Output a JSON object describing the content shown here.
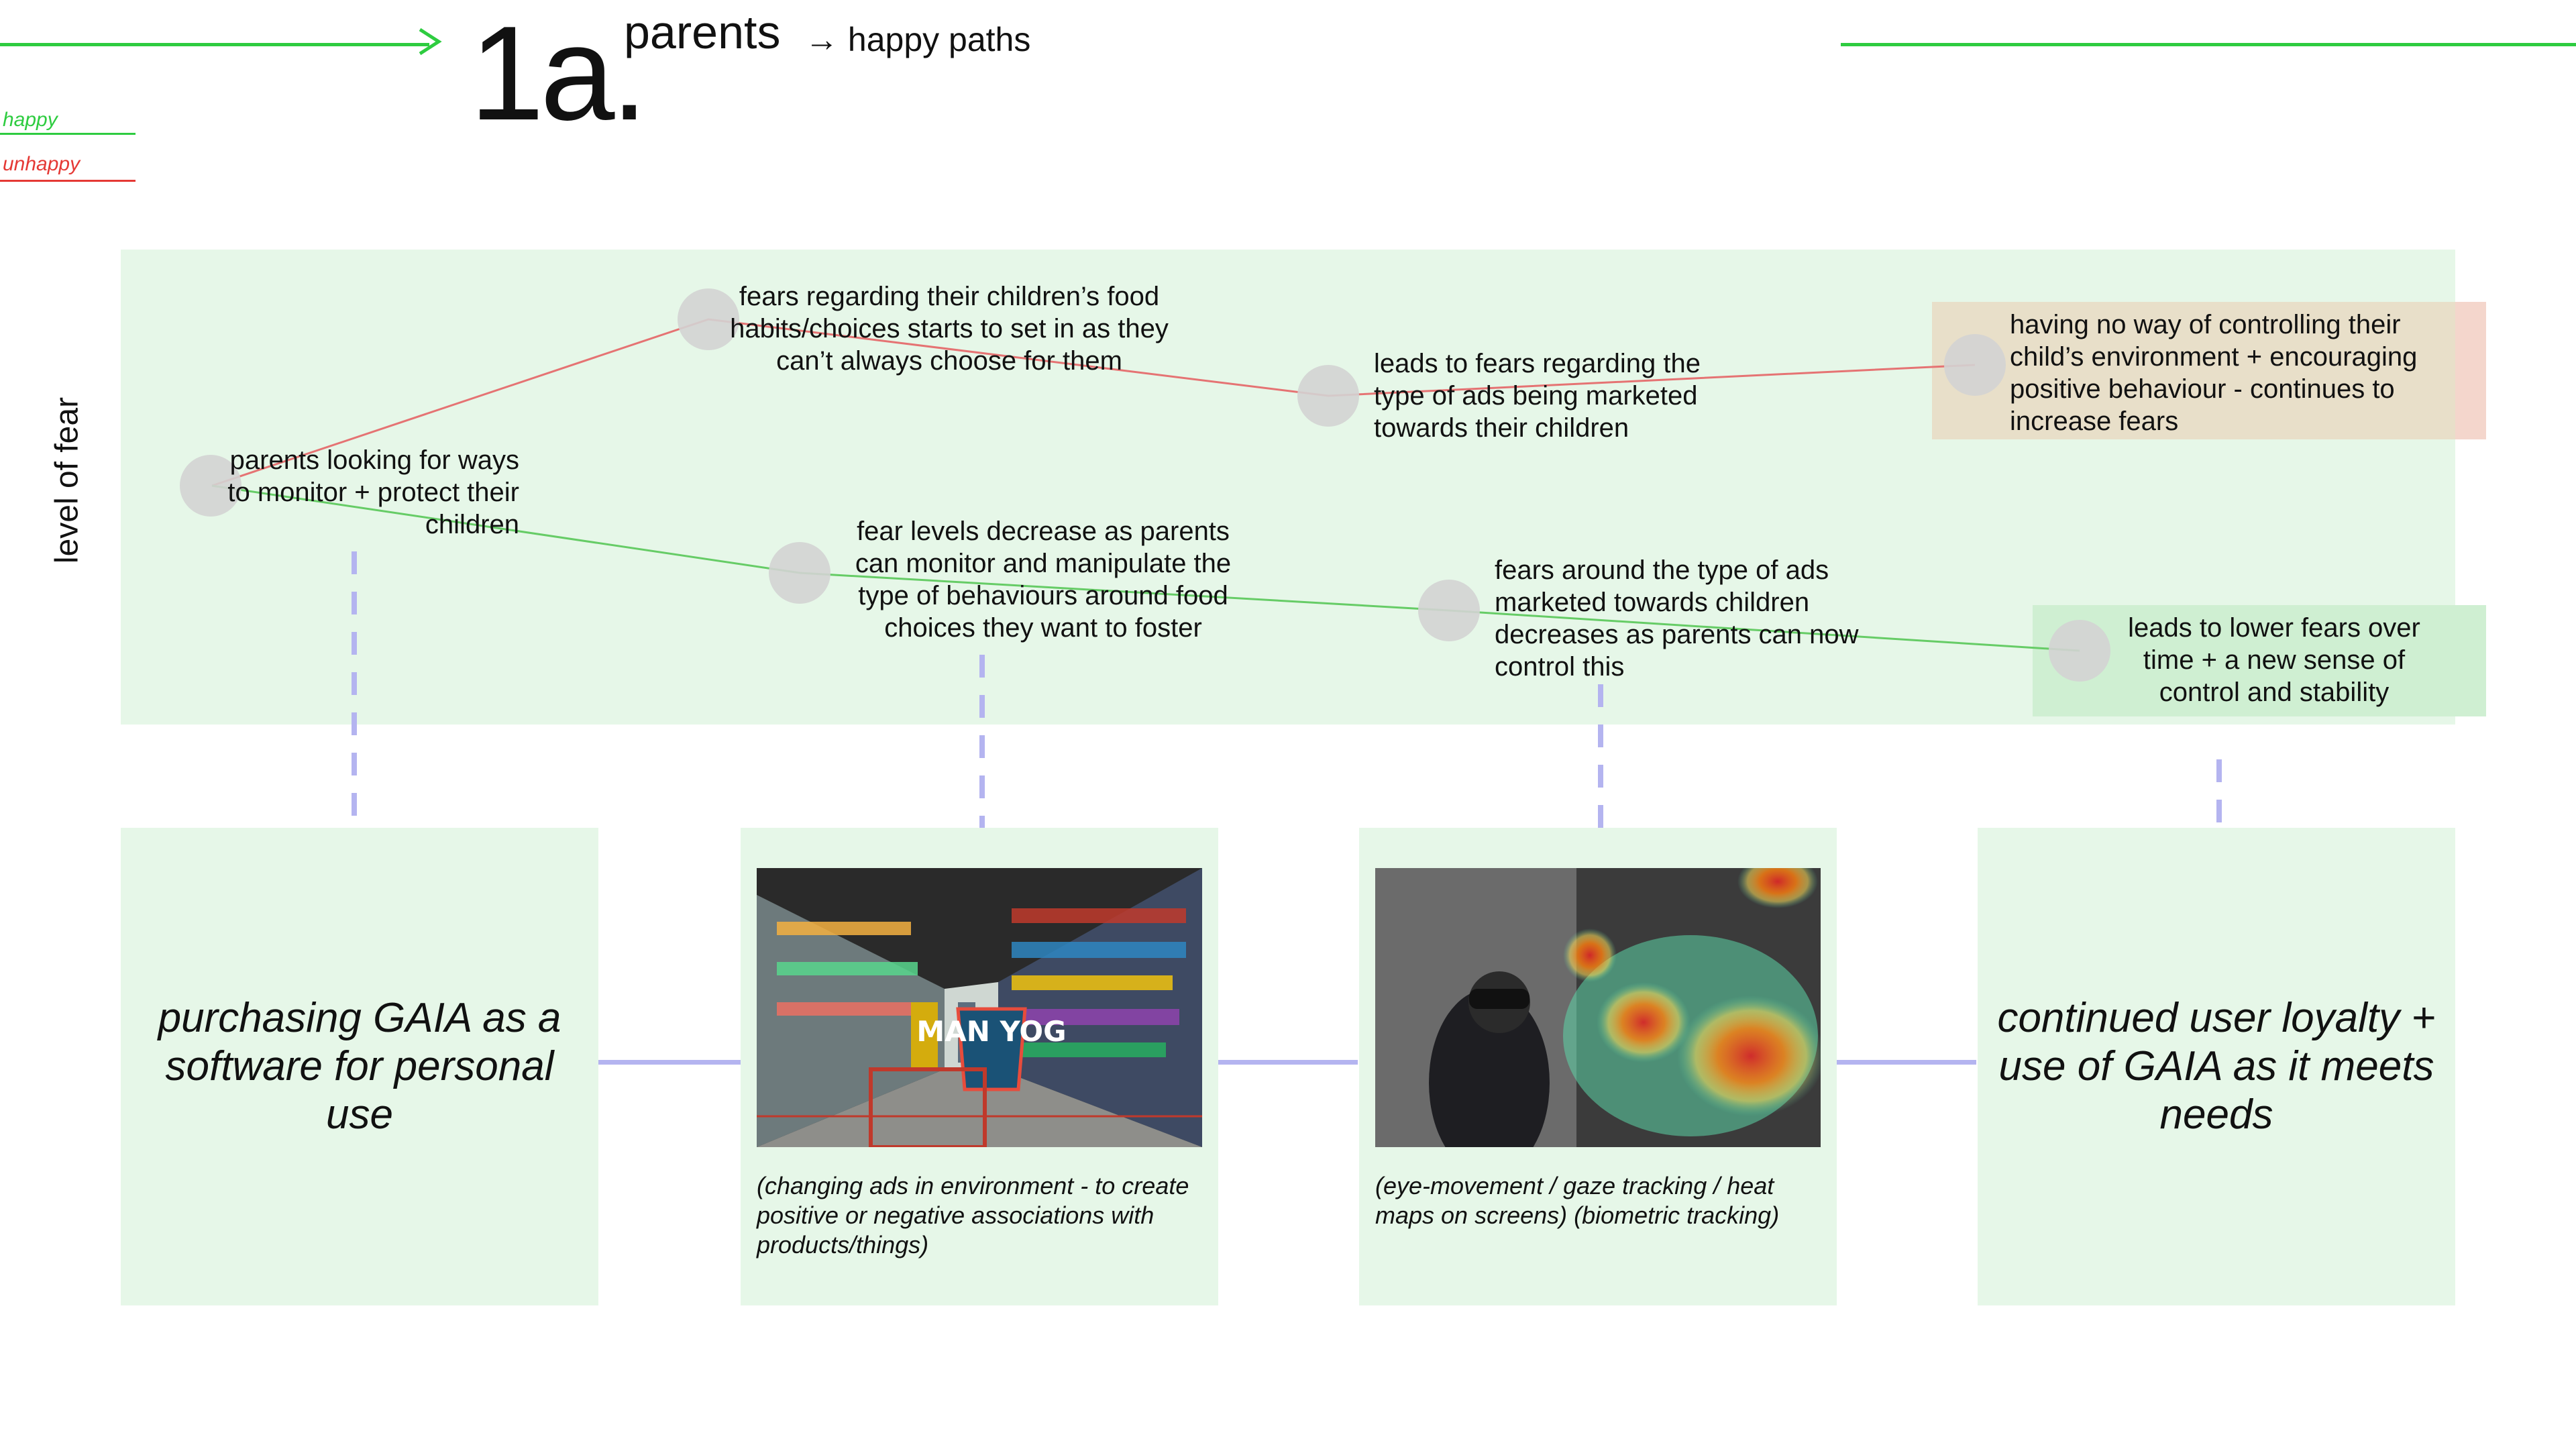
{
  "header": {
    "number": "1a.",
    "title": "parents",
    "subtitle": "→ happy paths"
  },
  "legend": {
    "happy": "happy",
    "unhappy": "unhappy",
    "happy_color": "#2ecc40",
    "unhappy_color": "#e53935"
  },
  "fear_chart": {
    "y_label": "level of fear",
    "start": {
      "text": "parents looking for ways to monitor + protect their children"
    },
    "unhappy_path": [
      {
        "text": "fears regarding their children’s food habits/choices starts to set in as they can’t always choose for them"
      },
      {
        "text": "leads to fears regarding the type of ads being marketed towards their children"
      },
      {
        "text": "having no way of controlling their child’s environment + encouraging positive behaviour - continues to increase fears"
      }
    ],
    "happy_path": [
      {
        "text": "fear levels decrease as parents can monitor and manipulate the type of behaviours around food choices they want to foster"
      },
      {
        "text": "fears around the type of ads marketed towards children decreases as parents can now control this"
      },
      {
        "text": "leads to lower fears over time + a new sense of control and stability"
      }
    ],
    "panel_color": "#e6f7e8",
    "connector_color": "#b4b4f0"
  },
  "steps": [
    {
      "text": "purchasing GAIA as a software for personal use"
    },
    {
      "image_icon": "supermarket-aisle-photo",
      "image_text": "MAN YOG",
      "caption": "(changing ads in environment - to create positive or negative associations with products/things)"
    },
    {
      "image_icon": "gaze-heatmap-photo",
      "caption": "(eye-movement / gaze tracking / heat maps on screens) (biometric tracking)"
    },
    {
      "text": "continued user loyalty + use of GAIA as it meets needs"
    }
  ]
}
